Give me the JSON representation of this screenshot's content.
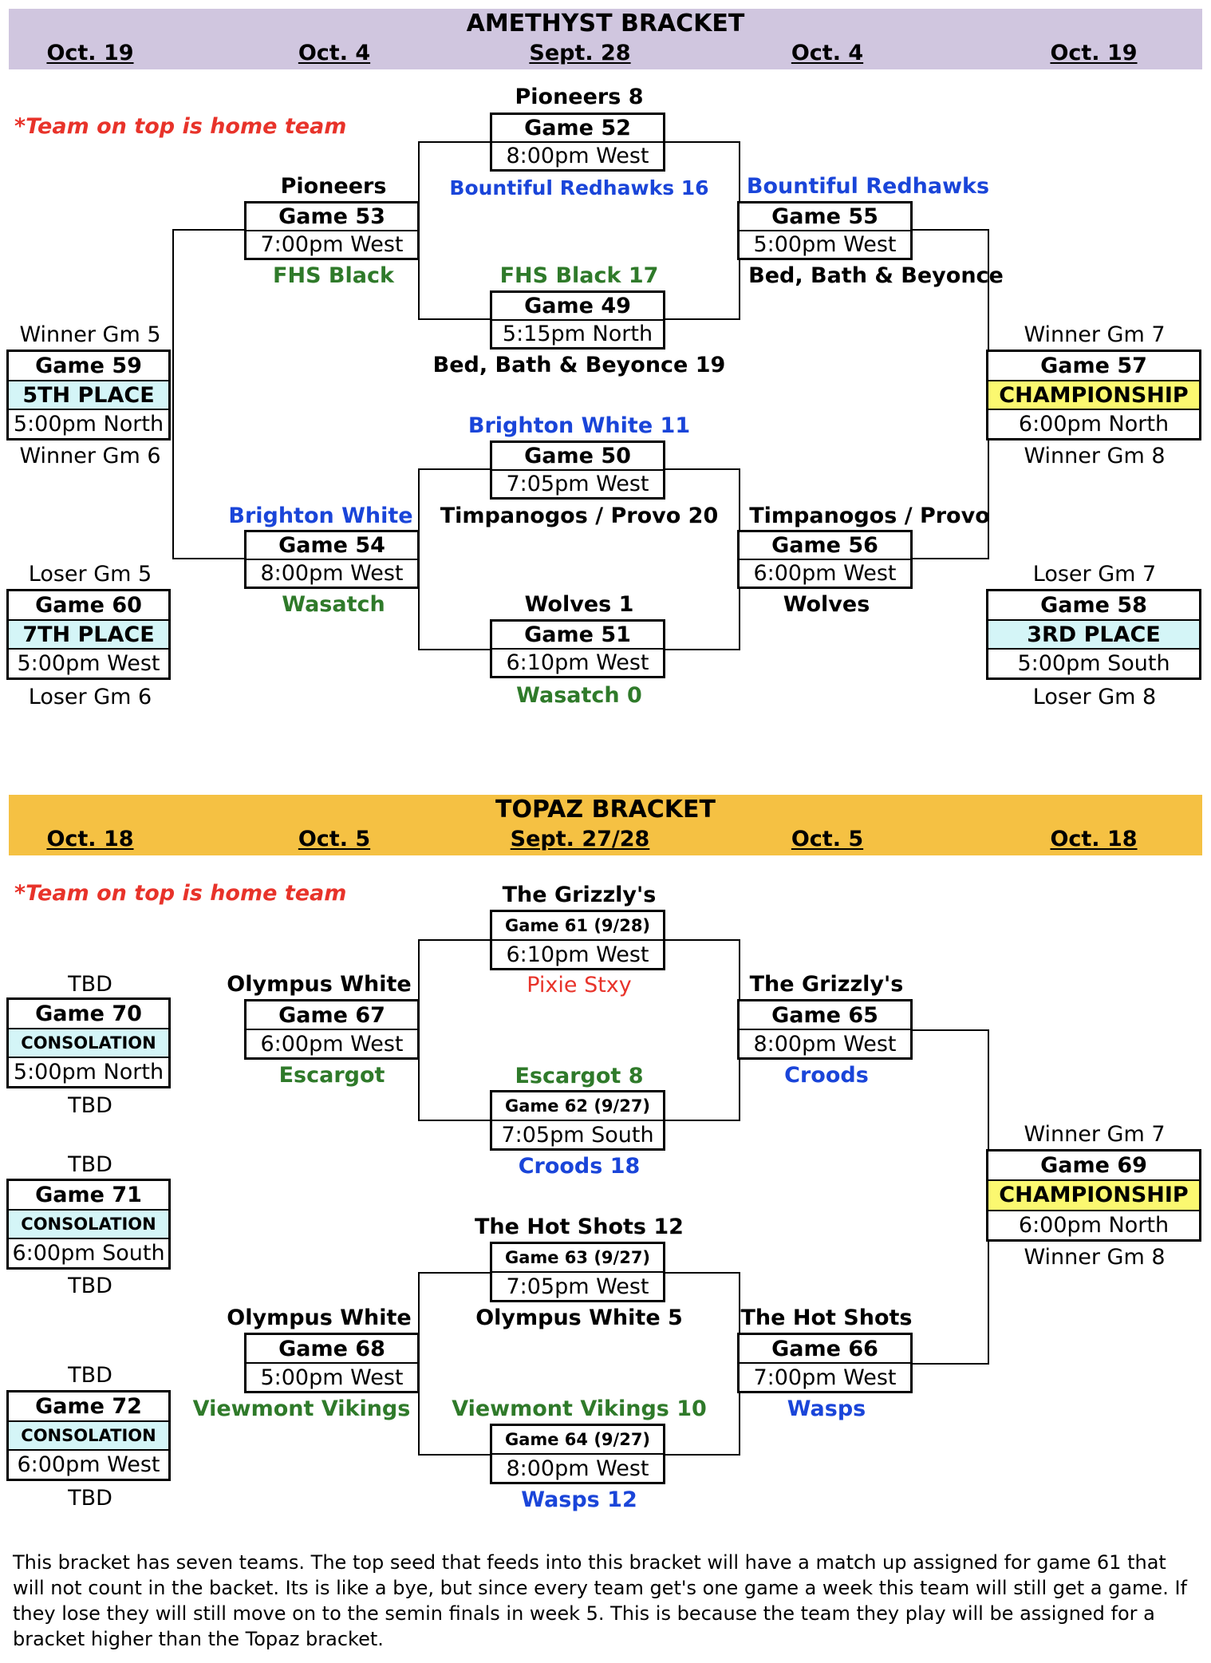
{
  "amethyst": {
    "title": "AMETHYST BRACKET",
    "header_color": "#d0c6df",
    "dates": [
      "Oct. 19",
      "Oct. 4",
      "Sept. 28",
      "Oct. 4",
      "Oct. 19"
    ],
    "note": "*Team on top is home team",
    "g52": {
      "game": "Game 52",
      "time": "8:00pm West",
      "top": "Pioneers 8",
      "bottom": "Bountiful Redhawks 16"
    },
    "g49": {
      "game": "Game 49",
      "time": "5:15pm North",
      "top": "FHS Black 17",
      "bottom": "Bed, Bath & Beyonce 19"
    },
    "g50": {
      "game": "Game 50",
      "time": "7:05pm West",
      "top": "Brighton White 11",
      "bottom": "Timpanogos / Provo 20"
    },
    "g51": {
      "game": "Game 51",
      "time": "6:10pm West",
      "top": "Wolves 1",
      "bottom": "Wasatch 0"
    },
    "g53": {
      "game": "Game 53",
      "time": "7:00pm West",
      "top": "Pioneers",
      "bottom": "FHS Black"
    },
    "g54": {
      "game": "Game 54",
      "time": "8:00pm West",
      "top": "Brighton White",
      "bottom": "Wasatch"
    },
    "g55": {
      "game": "Game 55",
      "time": "5:00pm West",
      "top": "Bountiful Redhawks",
      "bottom": "Bed, Bath & Beyonce"
    },
    "g56": {
      "game": "Game 56",
      "time": "6:00pm West",
      "top": "Timpanogos / Provo",
      "bottom": "Wolves"
    },
    "g59": {
      "game": "Game 59",
      "place": "5TH PLACE",
      "time": "5:00pm North",
      "top": "Winner Gm 5",
      "bottom": "Winner Gm 6"
    },
    "g60": {
      "game": "Game 60",
      "place": "7TH PLACE",
      "time": "5:00pm West",
      "top": "Loser Gm 5",
      "bottom": "Loser Gm 6"
    },
    "g57": {
      "game": "Game 57",
      "place": "CHAMPIONSHIP",
      "time": "6:00pm North",
      "top": "Winner Gm 7",
      "bottom": "Winner Gm 8"
    },
    "g58": {
      "game": "Game 58",
      "place": "3RD PLACE",
      "time": "5:00pm South",
      "top": "Loser Gm 7",
      "bottom": "Loser Gm 8"
    }
  },
  "topaz": {
    "title": "TOPAZ BRACKET",
    "header_color": "#f5c143",
    "dates": [
      "Oct. 18",
      "Oct. 5",
      "Sept. 27/28",
      "Oct. 5",
      "Oct. 18"
    ],
    "note": "*Team on top is home team",
    "g61": {
      "game": "Game 61 (9/28)",
      "time": "6:10pm West",
      "top": "The Grizzly's",
      "bottom": "Pixie Stxy"
    },
    "g62": {
      "game": "Game 62 (9/27)",
      "time": "7:05pm South",
      "top": "Escargot 8",
      "bottom": "Croods 18"
    },
    "g63": {
      "game": "Game 63 (9/27)",
      "time": "7:05pm West",
      "top": "The Hot Shots 12",
      "bottom": "Olympus White 5"
    },
    "g64": {
      "game": "Game 64 (9/27)",
      "time": "8:00pm West",
      "top": "Viewmont Vikings 10",
      "bottom": "Wasps 12"
    },
    "g67": {
      "game": "Game 67",
      "time": "6:00pm West",
      "top": "Olympus White",
      "bottom": "Escargot"
    },
    "g68": {
      "game": "Game 68",
      "time": "5:00pm West",
      "top": "Olympus White",
      "bottom": "Viewmont Vikings"
    },
    "g65": {
      "game": "Game 65",
      "time": "8:00pm West",
      "top": "The Grizzly's",
      "bottom": "Croods"
    },
    "g66": {
      "game": "Game 66",
      "time": "7:00pm West",
      "top": "The Hot Shots",
      "bottom": "Wasps"
    },
    "g70": {
      "game": "Game 70",
      "place": "CONSOLATION",
      "time": "5:00pm North",
      "top": "TBD",
      "bottom": "TBD"
    },
    "g71": {
      "game": "Game 71",
      "place": "CONSOLATION",
      "time": "6:00pm South",
      "top": "TBD",
      "bottom": "TBD"
    },
    "g72": {
      "game": "Game 72",
      "place": "CONSOLATION",
      "time": "6:00pm West",
      "top": "TBD",
      "bottom": "TBD"
    },
    "g69": {
      "game": "Game 69",
      "place": "CHAMPIONSHIP",
      "time": "6:00pm North",
      "top": "Winner Gm 7",
      "bottom": "Winner Gm 8"
    }
  },
  "footer": "This bracket has seven teams. The top seed that feeds into this bracket will have a match up assigned for game 61 that will not count in the backet. Its is like a bye, but since every team get's one game a week this team will still get a game. If they lose they will still move on to the semin finals in week 5.  This is because the team they play will be assigned for a bracket higher than the Topaz bracket."
}
